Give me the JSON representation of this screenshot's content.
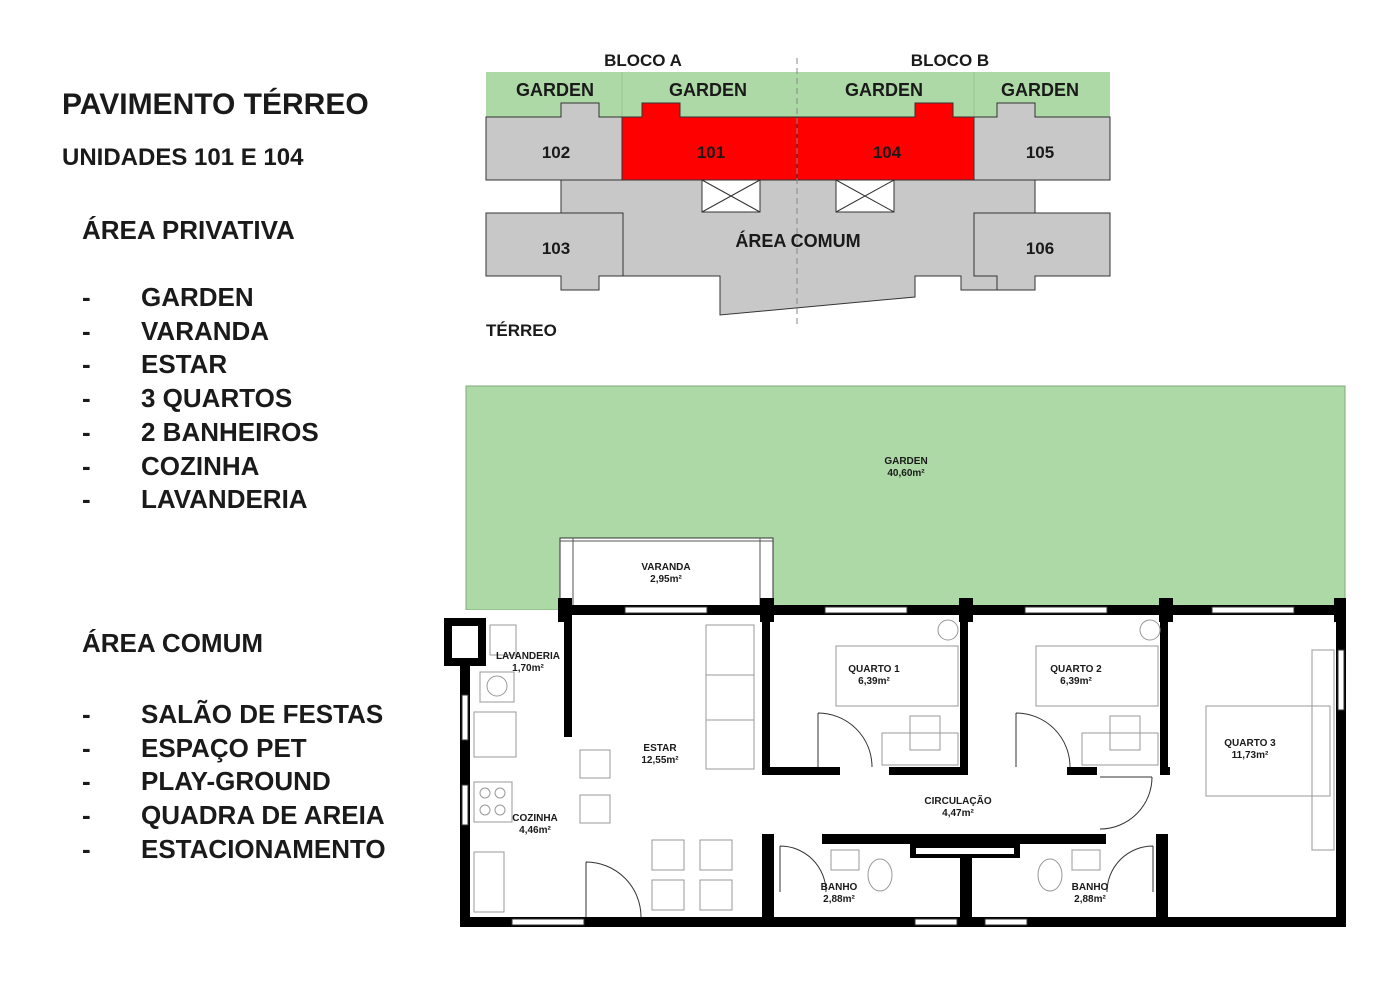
{
  "titles": {
    "main": "PAVIMENTO TÉRREO",
    "units": "UNIDADES 101 E 104"
  },
  "private_area": {
    "heading": "ÁREA PRIVATIVA",
    "items": [
      "GARDEN",
      "VARANDA",
      "ESTAR",
      "3 QUARTOS",
      "2 BANHEIROS",
      "COZINHA",
      "LAVANDERIA"
    ]
  },
  "common_area": {
    "heading": "ÁREA COMUM",
    "items": [
      "SALÃO DE FESTAS",
      "ESPAÇO PET",
      "PLAY-GROUND",
      "QUADRA DE AREIA",
      "ESTACIONAMENTO"
    ]
  },
  "key_plan": {
    "block_a": "BLOCO A",
    "block_b": "BLOCO B",
    "garden_label": "GARDEN",
    "units": [
      "102",
      "101",
      "104",
      "105",
      "103",
      "106"
    ],
    "highlighted_units": [
      "101",
      "104"
    ],
    "common_area": "ÁREA COMUM",
    "floor": "TÉRREO"
  },
  "floor_plan": {
    "rooms": [
      {
        "name": "GARDEN",
        "area": "40,60m²"
      },
      {
        "name": "VARANDA",
        "area": "2,95m²"
      },
      {
        "name": "LAVANDERIA",
        "area": "1,70m²"
      },
      {
        "name": "ESTAR",
        "area": "12,55m²"
      },
      {
        "name": "QUARTO 1",
        "area": "6,39m²"
      },
      {
        "name": "QUARTO 2",
        "area": "6,39m²"
      },
      {
        "name": "QUARTO 3",
        "area": "11,73m²"
      },
      {
        "name": "CIRCULAÇÃO",
        "area": "4,47m²"
      },
      {
        "name": "COZINHA",
        "area": "4,46m²"
      },
      {
        "name": "BANHO",
        "area": "2,88m²"
      },
      {
        "name": "BANHO",
        "area": "2,88m²"
      }
    ]
  },
  "colors": {
    "garden": "#acd9a5",
    "highlight": "#ff0000",
    "unit_fill": "#c8c8c8",
    "wall": "#000000"
  }
}
